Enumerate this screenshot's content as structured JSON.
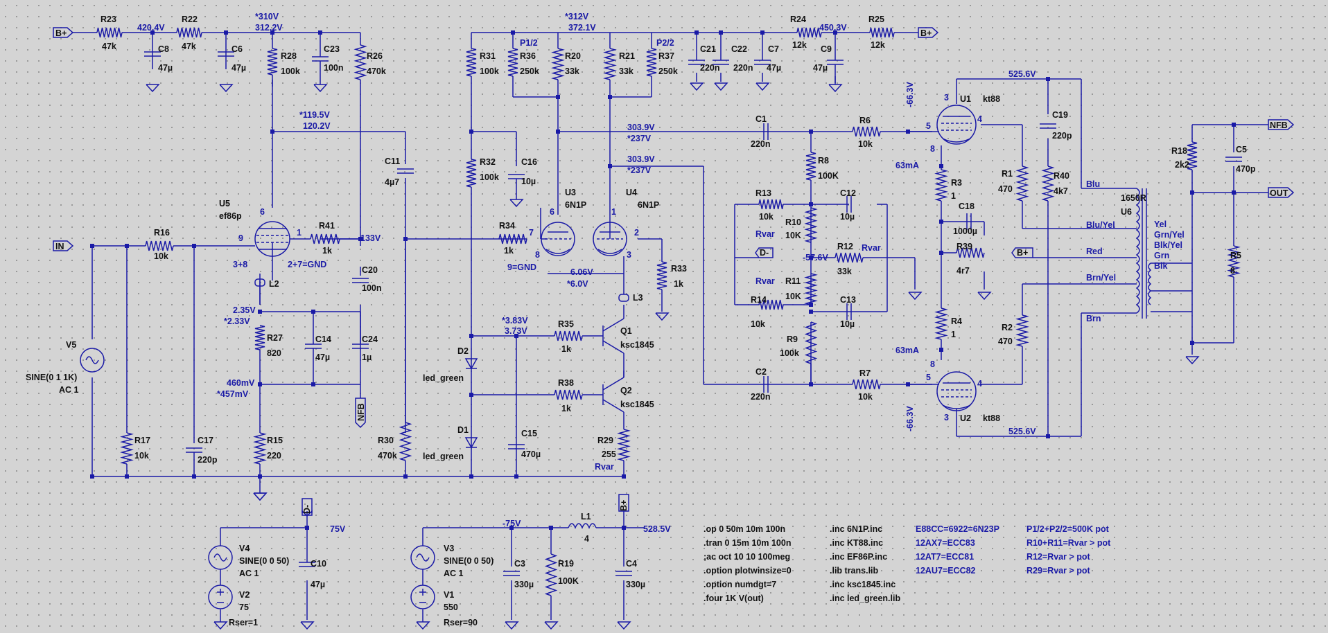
{
  "ports": {
    "bplus": "B+",
    "in": "IN",
    "nfb": "NFB",
    "out": "OUT",
    "dminus": "D-"
  },
  "components": {
    "R23": {
      "ref": "R23",
      "val": "47k"
    },
    "R22": {
      "ref": "R22",
      "val": "47k"
    },
    "R28": {
      "ref": "R28",
      "val": "100k"
    },
    "R26": {
      "ref": "R26",
      "val": "470k"
    },
    "C8": {
      "ref": "C8",
      "val": "47µ"
    },
    "C6": {
      "ref": "C6",
      "val": "47µ"
    },
    "C23": {
      "ref": "C23",
      "val": "100n"
    },
    "C11": {
      "ref": "C11",
      "val": "4µ7"
    },
    "R16": {
      "ref": "R16",
      "val": "10k"
    },
    "R41": {
      "ref": "R41",
      "val": "1k"
    },
    "U5": {
      "ref": "U5",
      "val": "ef86p"
    },
    "L2": {
      "ref": "L2"
    },
    "R27": {
      "ref": "R27",
      "val": "820"
    },
    "C14": {
      "ref": "C14",
      "val": "47µ"
    },
    "C24": {
      "ref": "C24",
      "val": "1µ"
    },
    "C20": {
      "ref": "C20",
      "val": "100n"
    },
    "R15": {
      "ref": "R15",
      "val": "220"
    },
    "R17": {
      "ref": "R17",
      "val": "10k"
    },
    "C17": {
      "ref": "C17",
      "val": "220p"
    },
    "R30": {
      "ref": "R30",
      "val": "470k"
    },
    "V5": {
      "ref": "V5",
      "val": "SINE(0 1 1K)",
      "ac": "AC 1"
    },
    "R31": {
      "ref": "R31",
      "val": "100k"
    },
    "R36": {
      "ref": "R36",
      "val": "250k"
    },
    "R20": {
      "ref": "R20",
      "val": "33k"
    },
    "R21": {
      "ref": "R21",
      "val": "33k"
    },
    "R37": {
      "ref": "R37",
      "val": "250k"
    },
    "R32": {
      "ref": "R32",
      "val": "100k"
    },
    "C16": {
      "ref": "C16",
      "val": "10µ"
    },
    "U3": {
      "ref": "U3",
      "val": "6N1P"
    },
    "U4": {
      "ref": "U4",
      "val": "6N1P"
    },
    "R34": {
      "ref": "R34",
      "val": "1k"
    },
    "R33": {
      "ref": "R33",
      "val": "1k"
    },
    "L3": {
      "ref": "L3"
    },
    "R35": {
      "ref": "R35",
      "val": "1k"
    },
    "R38": {
      "ref": "R38",
      "val": "1k"
    },
    "Q1": {
      "ref": "Q1",
      "val": "ksc1845"
    },
    "Q2": {
      "ref": "Q2",
      "val": "ksc1845"
    },
    "R29": {
      "ref": "R29",
      "val": "255",
      "extra": "Rvar"
    },
    "D2": {
      "ref": "D2",
      "val": "led_green"
    },
    "D1": {
      "ref": "D1",
      "val": "led_green"
    },
    "C15": {
      "ref": "C15",
      "val": "470µ"
    },
    "C21": {
      "ref": "C21",
      "val": "220n"
    },
    "C22": {
      "ref": "C22",
      "val": "220n"
    },
    "C7": {
      "ref": "C7",
      "val": "47µ"
    },
    "R24": {
      "ref": "R24",
      "val": "12k"
    },
    "R25": {
      "ref": "R25",
      "val": "12k"
    },
    "C9": {
      "ref": "C9",
      "val": "47µ"
    },
    "C1": {
      "ref": "C1",
      "val": "220n"
    },
    "C2": {
      "ref": "C2",
      "val": "220n"
    },
    "R6": {
      "ref": "R6",
      "val": "10k"
    },
    "R7": {
      "ref": "R7",
      "val": "10k"
    },
    "R8": {
      "ref": "R8",
      "val": "100K"
    },
    "R9": {
      "ref": "R9",
      "val": "100k"
    },
    "R13": {
      "ref": "R13",
      "val": "10k"
    },
    "R14": {
      "ref": "R14",
      "val": "10k"
    },
    "R10": {
      "ref": "R10",
      "val": "10K",
      "extra": "Rvar"
    },
    "R11": {
      "ref": "R11",
      "val": "10K",
      "extra": "Rvar"
    },
    "C12": {
      "ref": "C12",
      "val": "10µ"
    },
    "C13": {
      "ref": "C13",
      "val": "10µ"
    },
    "R12": {
      "ref": "R12",
      "val": "33k",
      "extra": "Rvar"
    },
    "U1": {
      "ref": "U1",
      "val": "kt88"
    },
    "U2": {
      "ref": "U2",
      "val": "kt88"
    },
    "R3": {
      "ref": "R3",
      "val": "1"
    },
    "R4": {
      "ref": "R4",
      "val": "1"
    },
    "C18": {
      "ref": "C18",
      "val": "1000µ"
    },
    "R39": {
      "ref": "R39",
      "val": "4r7"
    },
    "R1": {
      "ref": "R1",
      "val": "470"
    },
    "R2": {
      "ref": "R2",
      "val": "470"
    },
    "C19": {
      "ref": "C19",
      "val": "220p"
    },
    "R40": {
      "ref": "R40",
      "val": "4k7"
    },
    "U6": {
      "ref": "U6",
      "val": "1650R"
    },
    "R18": {
      "ref": "R18",
      "val": "2k2"
    },
    "C5": {
      "ref": "C5",
      "val": "470p"
    },
    "R5": {
      "ref": "R5",
      "val": "8"
    },
    "V4": {
      "ref": "V4",
      "val": "SINE(0 0 50)",
      "ac": "AC 1"
    },
    "V2": {
      "ref": "V2",
      "val": "75",
      "extra": "Rser=1"
    },
    "C10": {
      "ref": "C10",
      "val": "47µ"
    },
    "V3": {
      "ref": "V3",
      "val": "SINE(0 0 50)",
      "ac": "AC 1"
    },
    "V1": {
      "ref": "V1",
      "val": "550",
      "extra": "Rser=90"
    },
    "C3": {
      "ref": "C3",
      "val": "330µ"
    },
    "R19": {
      "ref": "R19",
      "val": "100K"
    },
    "L1": {
      "ref": "L1",
      "val": "4"
    },
    "C4": {
      "ref": "C4",
      "val": "330µ"
    }
  },
  "pins": {
    "u5_g1": "9",
    "u5_plate": "6",
    "u5_screen": "1",
    "u5_k": "3+8",
    "u5_gnd": "2+7=GND",
    "u3_plate": "6",
    "u3_grid": "7",
    "u3_k": "8",
    "u3_gnd": "9=GND",
    "u4_plate": "1",
    "u4_grid": "2",
    "u4_k": "3",
    "u1_k": "3",
    "u1_screen": "4",
    "u1_g1": "5",
    "u1_plate": "8",
    "u2_plate": "8",
    "u2_g1": "5",
    "u2_screen": "4",
    "u2_k": "3",
    "p12": "P1/2",
    "p22": "P2/2"
  },
  "voltages": {
    "v420": "420.4V",
    "v310s": "*310V",
    "v312": "312.2V",
    "v312s": "*312V",
    "v372": "372.1V",
    "v450": "450.3V",
    "v1195s": "*119.5V",
    "v1202": "120.2V",
    "v133": "133V",
    "v235": "2.35V",
    "v233s": "*2.33V",
    "v460": "460mV",
    "v457s": "*457mV",
    "v3039a": "303.9V",
    "v237a": "*237V",
    "v3039b": "303.9V",
    "v237b": "*237V",
    "v606": "6.06V",
    "v60s": "*6.0V",
    "v383s": "*3.83V",
    "v373": "3.73V",
    "v663a": "-66.3V",
    "v663b": "-66.3V",
    "v576": "-57.6V",
    "i63a": "63mA",
    "i63b": "63mA",
    "v5256a": "525.6V",
    "v5256b": "525.6V",
    "v75": "-75V",
    "v75b": "75V",
    "v5285": "528.5V"
  },
  "transformer": {
    "blu": "Blu",
    "bluyel": "Blu/Yel",
    "red": "Red",
    "brnyel": "Brn/Yel",
    "brn": "Brn",
    "yel": "Yel",
    "grnyel": "Grn/Yel",
    "blkyel": "Blk/Yel",
    "grn": "Grn",
    "blk": "Blk"
  },
  "directives": [
    ".op 0 50m 10m 100n",
    ".tran 0 15m 10m 100n",
    ";ac oct 10 10 100meg",
    ".option plotwinsize=0",
    ".option numdgt=7",
    ".four 1K V(out)"
  ],
  "includes": [
    ".inc 6N1P.inc",
    ".inc KT88.inc",
    ".inc EF86P.inc",
    ".lib trans.lib",
    ".inc ksc1845.inc",
    ".inc led_green.lib"
  ],
  "tube_equiv": [
    "E88CC=6922=6N23P",
    "12AX7=ECC83",
    "12AT7=ECC81",
    "12AU7=ECC82"
  ],
  "pot_notes": [
    "P1/2+P2/2=500K pot",
    "R10+R11=Rvar > pot",
    "R12=Rvar > pot",
    "R29=Rvar > pot"
  ]
}
